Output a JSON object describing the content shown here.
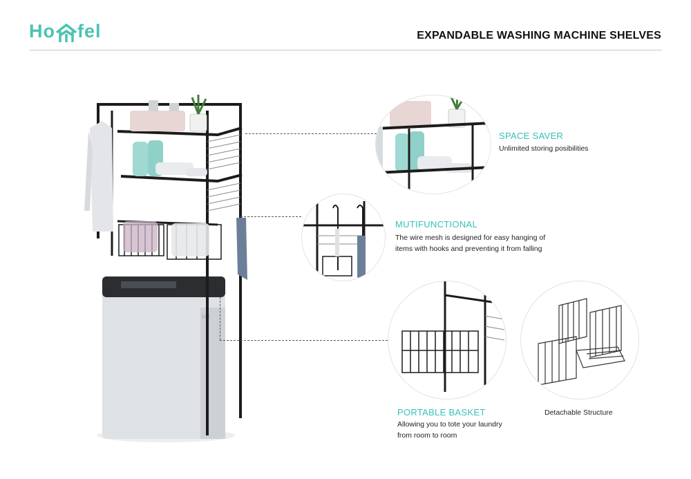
{
  "brand": {
    "name_part1": "Ho",
    "name_part2": "fel",
    "accent": "#4cc2b2"
  },
  "header": {
    "title": "EXPANDABLE WASHING MACHINE SHELVES"
  },
  "features": [
    {
      "title": "SPACE SAVER",
      "description": "Unlimited storing posibilities"
    },
    {
      "title": "MUTIFUNCTIONAL",
      "description_line1": "The wire mesh is designed for easy hanging of",
      "description_line2": "items with hooks and preventing it from falling"
    },
    {
      "title": "PORTABLE BASKET",
      "description_line1": "Allowing you to tote your laundry",
      "description_line2": "from room to room"
    }
  ],
  "detachable": {
    "caption": "Detachable Structure"
  },
  "colors": {
    "teal": "#35c0b8",
    "frame": "#1c1c1c",
    "machine": "#dde0e3"
  }
}
